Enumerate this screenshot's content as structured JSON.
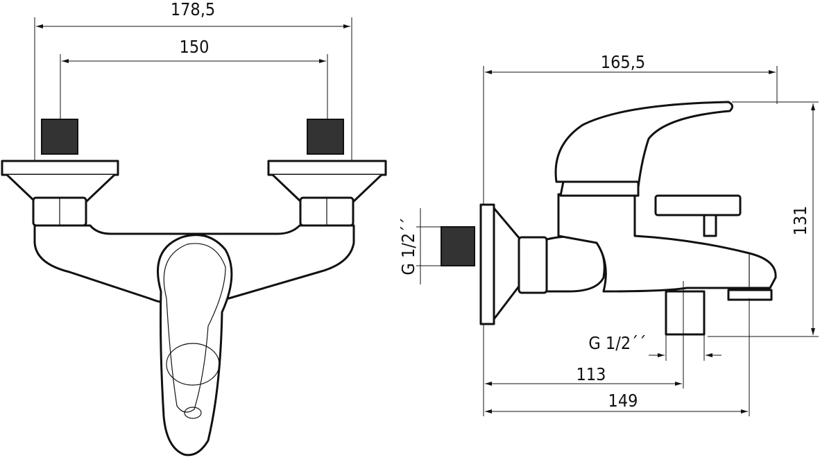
{
  "front_view": {
    "dim_overall_width": "178,5",
    "dim_inlet_spacing": "150"
  },
  "side_view": {
    "dim_depth": "165,5",
    "dim_height": "131",
    "dim_outlet_position": "113",
    "dim_spout_reach": "149",
    "inlet_thread": "G 1/2´´",
    "outlet_thread": "G 1/2´´"
  }
}
